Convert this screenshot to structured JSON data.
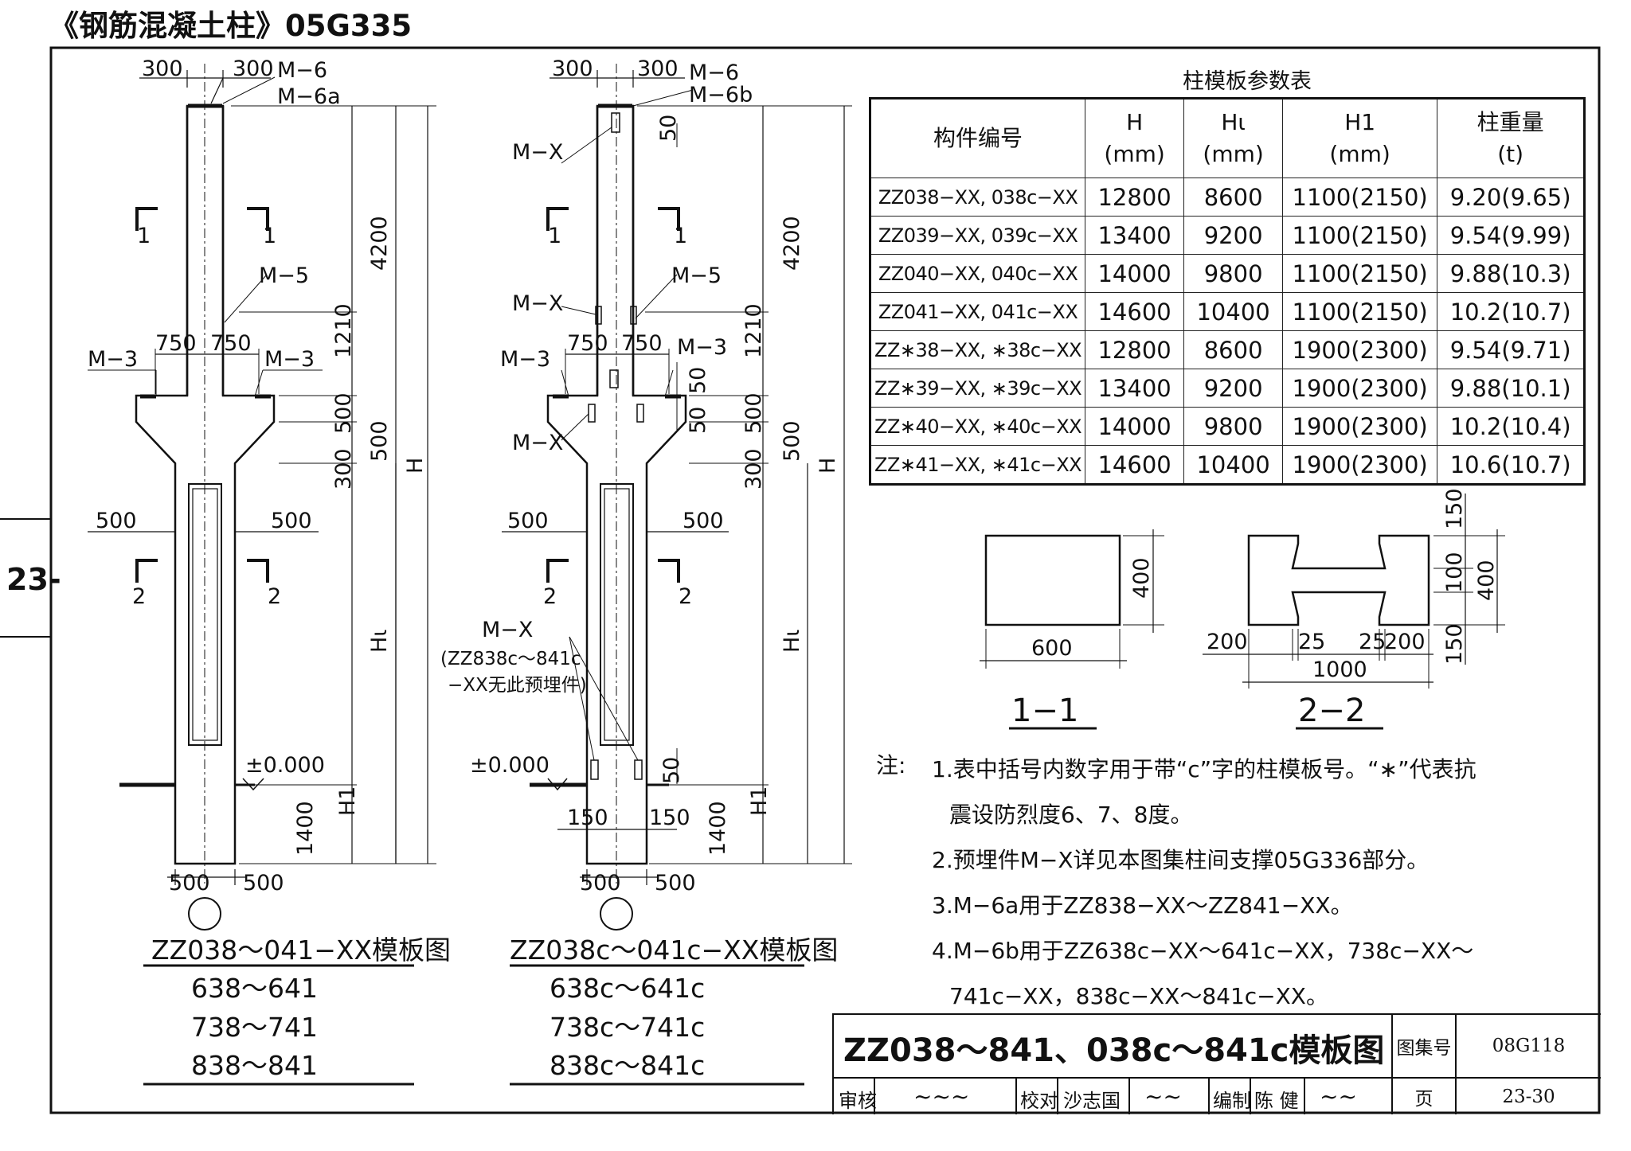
{
  "header": {
    "title": "《钢筋混凝土柱》05G335"
  },
  "side_tab": "23-",
  "left_column": {
    "dims": {
      "top_left": "300",
      "top_right": "300",
      "bracket_left": "750",
      "bracket_right": "750",
      "bottom_left": "500",
      "bottom_right": "500",
      "web_left": "500",
      "web_right": "500",
      "d4200": "4200",
      "d1210": "1210",
      "d500a": "500",
      "d500b": "500",
      "d300": "300",
      "d1400": "1400"
    },
    "labels": {
      "m6": "M−6",
      "m6a": "M−6a",
      "m5": "M−5",
      "m3_left": "M−3",
      "m3_right": "M−3",
      "h": "H",
      "hl": "Hι",
      "h1": "H1",
      "elev": "±0.000",
      "sec1_l": "1",
      "sec1_r": "1",
      "sec2_l": "2",
      "sec2_r": "2"
    },
    "caption": [
      "ZZ038～041−XX模板图",
      "638～641",
      "738～741",
      "838～841"
    ]
  },
  "mid_column": {
    "dims": {
      "top_left": "300",
      "top_right": "300",
      "d50a": "50",
      "bracket_left": "750",
      "bracket_right": "750",
      "d50b": "50",
      "d50c": "50",
      "web_left": "500",
      "web_right": "500",
      "d150_left": "150",
      "d150_right": "150",
      "d50d": "50",
      "bottom_left": "500",
      "bottom_right": "500",
      "d4200": "4200",
      "d1210": "1210",
      "d500a": "500",
      "d500b": "500",
      "d300": "300",
      "d1400": "1400"
    },
    "labels": {
      "m6": "M−6",
      "m6b": "M−6b",
      "mx_top": "M−X",
      "m5": "M−5",
      "mx2": "M−X",
      "m3_left": "M−3",
      "m3_right": "M−3",
      "mx3": "M−X",
      "mx_note1": "M−X",
      "mx_note2": "(ZZ838c～841c",
      "mx_note3": "−XX无此预埋件)",
      "h": "H",
      "hl": "Hι",
      "h1": "H1",
      "elev": "±0.000",
      "sec1_l": "1",
      "sec1_r": "1",
      "sec2_l": "2",
      "sec2_r": "2"
    },
    "caption": [
      "ZZ038c～041c−XX模板图",
      "638c～641c",
      "738c～741c",
      "838c～841c"
    ]
  },
  "table": {
    "title": "柱模板参数表",
    "headers": [
      [
        "构件编号"
      ],
      [
        "H",
        "(mm)"
      ],
      [
        "Hι",
        "(mm)"
      ],
      [
        "H1",
        "(mm)"
      ],
      [
        "柱重量",
        "(t)"
      ]
    ],
    "rows": [
      [
        "ZZ038−XX, 038c−XX",
        "12800",
        "8600",
        "1100(2150)",
        "9.20(9.65)"
      ],
      [
        "ZZ039−XX, 039c−XX",
        "13400",
        "9200",
        "1100(2150)",
        "9.54(9.99)"
      ],
      [
        "ZZ040−XX, 040c−XX",
        "14000",
        "9800",
        "1100(2150)",
        "9.88(10.3)"
      ],
      [
        "ZZ041−XX, 041c−XX",
        "14600",
        "10400",
        "1100(2150)",
        "10.2(10.7)"
      ],
      [
        "ZZ∗38−XX, ∗38c−XX",
        "12800",
        "8600",
        "1900(2300)",
        "9.54(9.71)"
      ],
      [
        "ZZ∗39−XX, ∗39c−XX",
        "13400",
        "9200",
        "1900(2300)",
        "9.88(10.1)"
      ],
      [
        "ZZ∗40−XX, ∗40c−XX",
        "14000",
        "9800",
        "1900(2300)",
        "10.2(10.4)"
      ],
      [
        "ZZ∗41−XX, ∗41c−XX",
        "14600",
        "10400",
        "1900(2300)",
        "10.6(10.7)"
      ]
    ]
  },
  "sections": {
    "s1": {
      "w": "600",
      "h": "400",
      "label": "1−1"
    },
    "s2": {
      "d200a": "200",
      "d25a": "25",
      "d25b": "25",
      "d200b": "200",
      "d1000": "1000",
      "d150a": "150",
      "d100": "100",
      "d150b": "150",
      "d400": "400",
      "label": "2−2"
    }
  },
  "notes": {
    "prefix": "注:",
    "lines": [
      "1.表中括号内数字用于带“c”字的柱模板号。“∗”代表抗",
      "震设防烈度6、7、8度。",
      "2.预埋件M−X详见本图集柱间支撑05G336部分。",
      "3.M−6a用于ZZ838−XX～ZZ841−XX。",
      "4.M−6b用于ZZ638c−XX～641c−XX，738c−XX～",
      "741c−XX，838c−XX～841c−XX。"
    ]
  },
  "titleblock": {
    "title": "ZZ038～841、038c～841c模板图",
    "atlas_label": "图集号",
    "atlas_no": "08G118",
    "review": "审核",
    "check": "校对",
    "checker": "沙志国",
    "compile": "编制",
    "compiler": "陈  健",
    "page_label": "页",
    "page_no": "23-30"
  }
}
